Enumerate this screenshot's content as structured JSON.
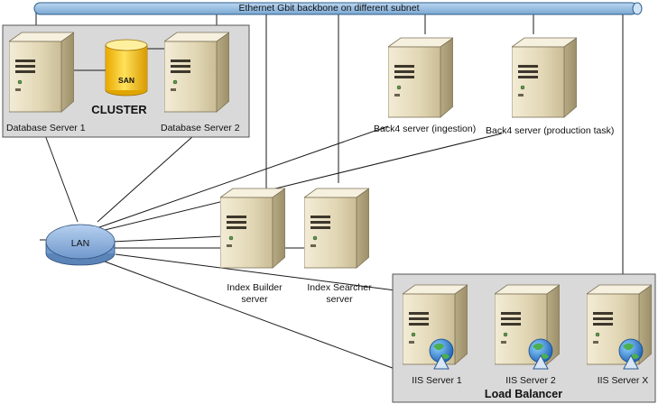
{
  "backbone": {
    "label": "Ethernet Gbit backbone on different subnet"
  },
  "cluster": {
    "label": "CLUSTER",
    "storage_label": "SAN",
    "server1_label": "Database Server 1",
    "server2_label": "Database Server 2"
  },
  "back4": {
    "ingestion_label": "Back4 server (ingestion)",
    "production_label": "Back4 server (production task)"
  },
  "lan": {
    "label": "LAN"
  },
  "index": {
    "builder_line1": "Index Builder",
    "builder_line2": "server",
    "searcher_line1": "Index Searcher",
    "searcher_line2": "server"
  },
  "load_balancer": {
    "label": "Load Balancer",
    "iis1_label": "IIS Server 1",
    "iis2_label": "IIS Server 2",
    "iisx_label": "IIS Server X"
  },
  "colors": {
    "backbone_fill": "#9dc3e6",
    "backbone_stroke": "#2e5f8a",
    "panel_fill": "#d9d9d9",
    "server_body": "#e8dfc4",
    "server_dark": "#4a4438",
    "san_fill": "#f5c400",
    "lan_fill": "#8fb4e0"
  },
  "icons": {
    "server": "server-tower-icon",
    "globe": "globe-icon",
    "storage": "database-cylinder-icon",
    "hub": "lan-hub-icon"
  }
}
